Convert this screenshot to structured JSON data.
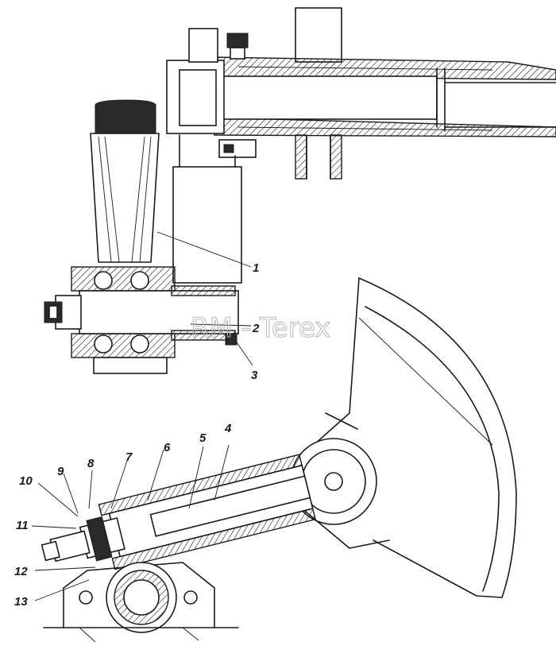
{
  "watermark": "RM - Terex",
  "callouts": [
    {
      "id": "1",
      "label": "1"
    },
    {
      "id": "2",
      "label": "2"
    },
    {
      "id": "3",
      "label": "3"
    },
    {
      "id": "4",
      "label": "4"
    },
    {
      "id": "5",
      "label": "5"
    },
    {
      "id": "6",
      "label": "6"
    },
    {
      "id": "7",
      "label": "7"
    },
    {
      "id": "8",
      "label": "8"
    },
    {
      "id": "9",
      "label": "9"
    },
    {
      "id": "10",
      "label": "10"
    },
    {
      "id": "11",
      "label": "11"
    },
    {
      "id": "12",
      "label": "12"
    },
    {
      "id": "13",
      "label": "13"
    }
  ]
}
